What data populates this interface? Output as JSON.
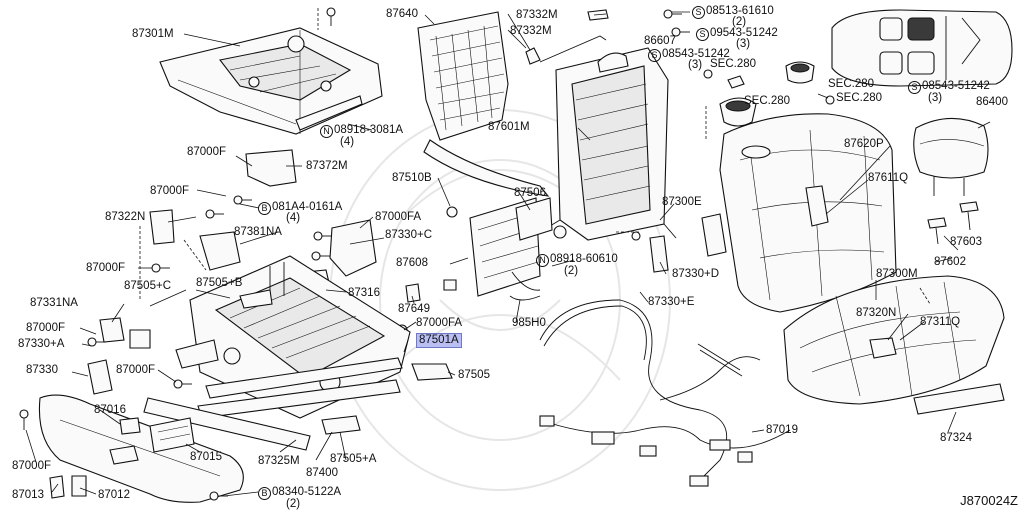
{
  "diagram_id": "J870024Z",
  "highlight_color": "#b9bff2",
  "parts": [
    {
      "key": "p87301M",
      "text": "87301M"
    },
    {
      "key": "p87640",
      "text": "87640"
    },
    {
      "key": "p87332M_a",
      "text": "87332M"
    },
    {
      "key": "p87332M_b",
      "text": "87332M"
    },
    {
      "key": "p08513",
      "circle": "S",
      "text": "08513-61610"
    },
    {
      "key": "q08513",
      "text": "(2)"
    },
    {
      "key": "p09543_a",
      "circle": "S",
      "text": "09543-51242"
    },
    {
      "key": "q09543_a",
      "text": "(3)"
    },
    {
      "key": "p86607",
      "text": "86607"
    },
    {
      "key": "p08543_a",
      "circle": "S",
      "text": "08543-51242"
    },
    {
      "key": "q08543_a",
      "text": "(3)"
    },
    {
      "key": "sec280_a",
      "text": "SEC.280"
    },
    {
      "key": "sec280_b",
      "text": "SEC.280"
    },
    {
      "key": "sec280_c",
      "text": "SEC.280"
    },
    {
      "key": "sec280_d",
      "text": "SEC.280"
    },
    {
      "key": "p08543_b",
      "circle": "S",
      "text": "08543-51242"
    },
    {
      "key": "q08543_b",
      "text": "(3)"
    },
    {
      "key": "p86400",
      "text": "86400"
    },
    {
      "key": "p08918_a",
      "circle": "N",
      "text": "08918-3081A"
    },
    {
      "key": "q08918_a",
      "text": "(4)"
    },
    {
      "key": "p87601M",
      "text": "87601M"
    },
    {
      "key": "p87000F_1",
      "text": "87000F"
    },
    {
      "key": "p87372M",
      "text": "87372M"
    },
    {
      "key": "p87620P",
      "text": "87620P"
    },
    {
      "key": "p87510B",
      "text": "87510B"
    },
    {
      "key": "p87506",
      "text": "87506"
    },
    {
      "key": "p87611Q",
      "text": "87611Q"
    },
    {
      "key": "p87000F_2",
      "text": "87000F"
    },
    {
      "key": "p081A4",
      "circle": "B",
      "text": "081A4-0161A"
    },
    {
      "key": "q081A4",
      "text": "(4)"
    },
    {
      "key": "p87300E",
      "text": "87300E"
    },
    {
      "key": "p87322N",
      "text": "87322N"
    },
    {
      "key": "p87000FA_1",
      "text": "87000FA"
    },
    {
      "key": "p87381NA",
      "text": "87381NA"
    },
    {
      "key": "p87330C",
      "text": "87330+C"
    },
    {
      "key": "p87603",
      "text": "87603"
    },
    {
      "key": "p08918_b",
      "circle": "N",
      "text": "08918-60610"
    },
    {
      "key": "q08918_b",
      "text": "(2)"
    },
    {
      "key": "p87602",
      "text": "87602"
    },
    {
      "key": "p87000F_3",
      "text": "87000F"
    },
    {
      "key": "p87608",
      "text": "87608"
    },
    {
      "key": "p87330D",
      "text": "87330+D"
    },
    {
      "key": "p87300M",
      "text": "87300M"
    },
    {
      "key": "p87505C",
      "text": "87505+C"
    },
    {
      "key": "p87505B",
      "text": "87505+B"
    },
    {
      "key": "p87316",
      "text": "87316"
    },
    {
      "key": "p87331NA",
      "text": "87331NA"
    },
    {
      "key": "p87649",
      "text": "87649"
    },
    {
      "key": "p87330E",
      "text": "87330+E"
    },
    {
      "key": "p87320N",
      "text": "87320N"
    },
    {
      "key": "p87311Q",
      "text": "87311Q"
    },
    {
      "key": "p87000F_4",
      "text": "87000F"
    },
    {
      "key": "p87000FA_2",
      "text": "87000FA"
    },
    {
      "key": "p985H0",
      "text": "985H0"
    },
    {
      "key": "p87330A",
      "text": "87330+A"
    },
    {
      "key": "p87501A",
      "text": "87501A",
      "highlight": true
    },
    {
      "key": "p87330",
      "text": "87330"
    },
    {
      "key": "p87000F_5",
      "text": "87000F"
    },
    {
      "key": "p87505",
      "text": "87505"
    },
    {
      "key": "p87016",
      "text": "87016"
    },
    {
      "key": "p87019",
      "text": "87019"
    },
    {
      "key": "p87324",
      "text": "87324"
    },
    {
      "key": "p87015",
      "text": "87015"
    },
    {
      "key": "p87325M",
      "text": "87325M"
    },
    {
      "key": "p87000F_6",
      "text": "87000F"
    },
    {
      "key": "p87400",
      "text": "87400"
    },
    {
      "key": "p87505A",
      "text": "87505+A"
    },
    {
      "key": "p87013",
      "text": "87013"
    },
    {
      "key": "p87012",
      "text": "87012"
    },
    {
      "key": "p08340",
      "circle": "B",
      "text": "08340-5122A"
    },
    {
      "key": "q08340",
      "text": "(2)"
    }
  ]
}
